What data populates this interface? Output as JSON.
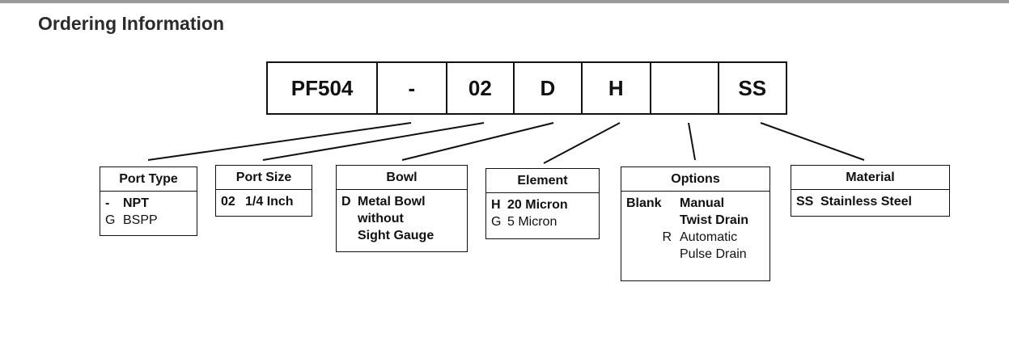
{
  "page": {
    "title": "Ordering Information"
  },
  "code": [
    "PF504",
    "-",
    "02",
    "D",
    "H",
    "",
    "SS"
  ],
  "port_type": {
    "title": "Port Type",
    "options": [
      {
        "code": "-",
        "text": "NPT",
        "bold": true
      },
      {
        "code": "G",
        "text": "BSPP",
        "bold": false
      }
    ]
  },
  "port_size": {
    "title": "Port Size",
    "options": [
      {
        "code": "02",
        "text": "1/4 Inch",
        "bold": true
      }
    ]
  },
  "bowl": {
    "title": "Bowl",
    "options": [
      {
        "code": "D",
        "lines": [
          "Metal Bowl",
          "without",
          "Sight Gauge"
        ],
        "bold": true
      }
    ]
  },
  "element": {
    "title": "Element",
    "options": [
      {
        "code": "H",
        "text": "20 Micron",
        "bold": true
      },
      {
        "code": "G",
        "text": "5 Micron",
        "bold": false
      }
    ]
  },
  "options": {
    "title": "Options",
    "options": [
      {
        "code": "Blank",
        "lines": [
          "Manual",
          "Twist Drain"
        ],
        "bold": true
      },
      {
        "code": "R",
        "lines": [
          "Automatic",
          "Pulse Drain"
        ],
        "bold": false
      }
    ]
  },
  "material": {
    "title": "Material",
    "options": [
      {
        "code": "SS",
        "text": "Stainless Steel",
        "bold": true
      }
    ]
  }
}
